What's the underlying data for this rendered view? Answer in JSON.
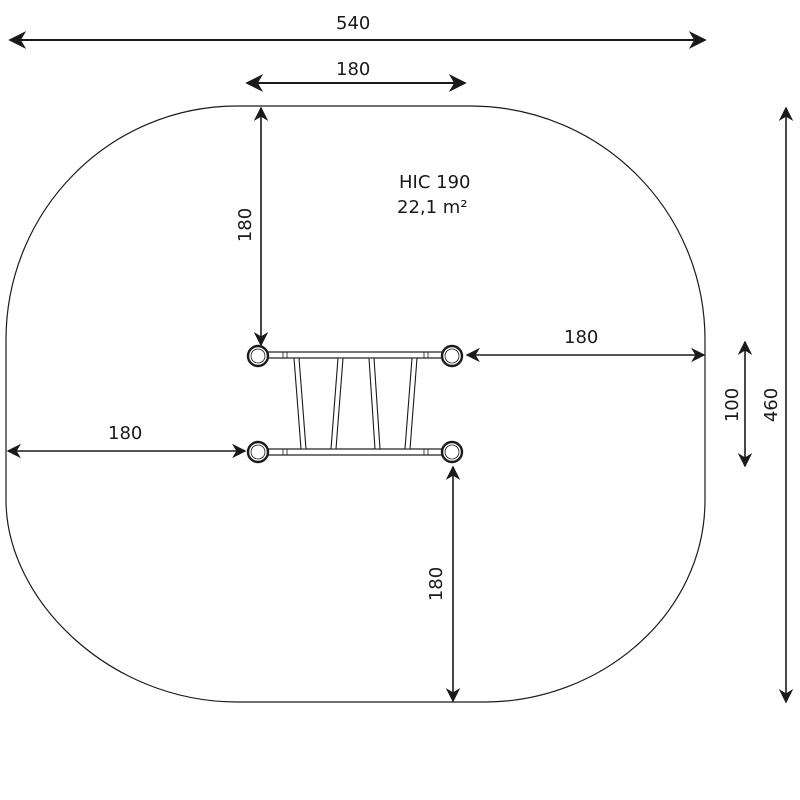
{
  "drawing": {
    "title_label": "HIC 190",
    "area_label": "22,1 m²",
    "colors": {
      "line": "#1a1a1a",
      "background": "#ffffff"
    }
  },
  "dimensions": {
    "overall_width": "540",
    "overall_height": "460",
    "equipment_depth": "100",
    "top_clearance_width": "180",
    "top_clearance_height": "180",
    "right_clearance": "180",
    "left_clearance": "180",
    "bottom_clearance_height": "180"
  },
  "equipment": {
    "type": "ladder-bridge",
    "posts": 4,
    "rungs": 4
  }
}
